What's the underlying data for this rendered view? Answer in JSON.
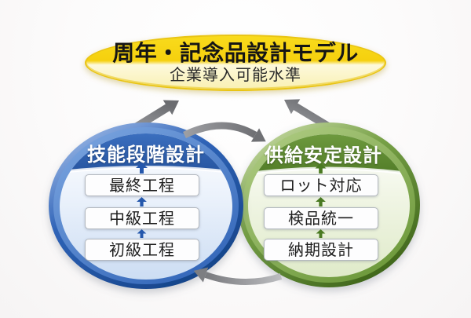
{
  "diagram": {
    "model": {
      "title": "周年・記念品設計モデル",
      "subtitle": "企業導入可能水準"
    },
    "left_circle": {
      "title": "技能段階設計",
      "items": [
        "最終工程",
        "中級工程",
        "初級工程"
      ],
      "accent": "#2e62b2"
    },
    "right_circle": {
      "title": "供給安定設計",
      "items": [
        "ロット対応",
        "検品統一",
        "納期設計"
      ],
      "accent": "#55812a"
    },
    "colors": {
      "banner_yellow": "#f5d00e",
      "left_blue_ring": "#2f63b7",
      "right_green_ring": "#76a046",
      "cycle_arrow_gray": "#77787c"
    }
  }
}
